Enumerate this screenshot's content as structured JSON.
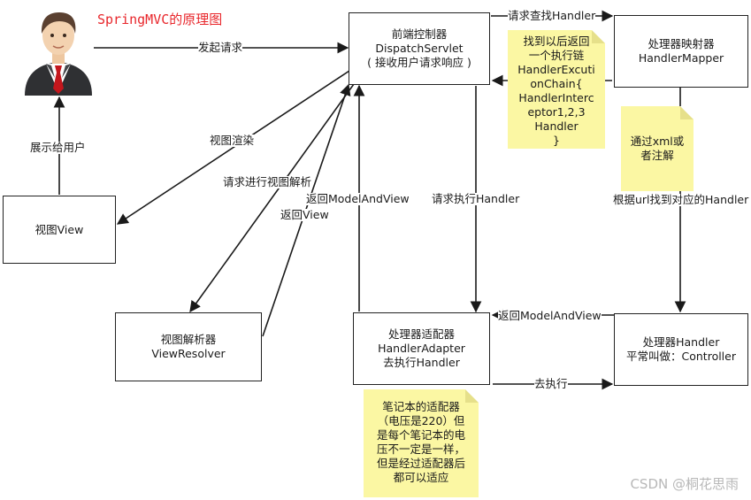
{
  "title": "SpringMVC的原理图",
  "watermark": "CSDN @桐花思雨",
  "colors": {
    "title": "#e8262b",
    "note": "#fbf7a3",
    "border": "#222222",
    "watermark": "#b8b8b8"
  },
  "user": {
    "icon": "user-avatar-icon"
  },
  "boxes": {
    "dispatcher": [
      "前端控制器",
      "DispatchServlet",
      "( 接收用户请求响应 )"
    ],
    "mapper": [
      "处理器映射器",
      "HandlerMapper"
    ],
    "view": [
      "视图View"
    ],
    "resolver": [
      "视图解析器",
      "ViewResolver"
    ],
    "adapter": [
      "处理器适配器",
      "HandlerAdapter",
      "去执行Handler"
    ],
    "handler": [
      "处理器Handler",
      "平常叫做：Controller"
    ]
  },
  "notes": {
    "chain": [
      "找到以后返回",
      "一个执行链",
      "HandlerExcuti",
      "onChain{",
      "HandlerInterc",
      "eptor1,2,3",
      "Handler",
      "}"
    ],
    "xml": [
      "通过xml或",
      "者注解"
    ],
    "laptop": [
      "笔记本的适配器",
      "（电压是220）但",
      "是每个笔记本的电",
      "压不一定是一样，",
      "但是经过适配器后",
      "都可以适应"
    ]
  },
  "labels": {
    "send_request": "发起请求",
    "find_handler": "请求查找Handler",
    "show_user": "展示给用户",
    "render_view": "视图渲染",
    "request_resolve": "请求进行视图解析",
    "return_view": "返回View",
    "return_mav_up": "返回ModelAndView",
    "exec_handler": "请求执行Handler",
    "find_by_url": "根据url找到对应的Handler",
    "return_mav_left": "返回ModelAndView",
    "go_execute": "去执行"
  }
}
